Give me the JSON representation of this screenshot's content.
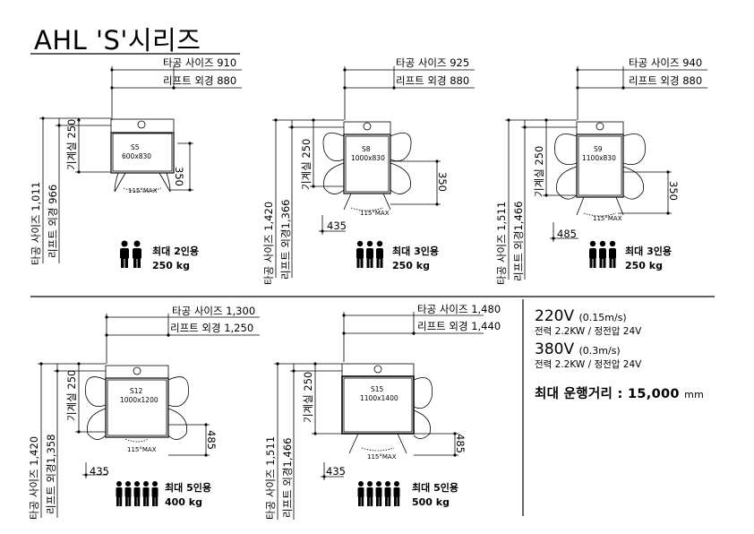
{
  "title": "AHL 'S'시리즈",
  "units": [
    {
      "model": "S5",
      "cabin": "600x830",
      "shaft_width": "타공 사이즈 910",
      "lift_width": "리프트 외경 880",
      "shaft_depth": "타공 사이즈 1,011",
      "lift_depth": "리프트 외경 966",
      "machine_room": "기계실 250",
      "door_dim": "350",
      "door_angle": "115°MAX",
      "capacity": "최대 2인용",
      "load": "250 kg",
      "persons": 2
    },
    {
      "model": "S8",
      "cabin": "1000x830",
      "shaft_width": "타공 사이즈 925",
      "lift_width": "리프트 외경 880",
      "shaft_depth": "타공 사이즈 1,420",
      "lift_depth": "리프트 외경1,366",
      "machine_room": "기계실 250",
      "door_dim": "350",
      "side_dim": "435",
      "door_angle": "115°MAX",
      "capacity": "최대 3인용",
      "load": "250 kg",
      "persons": 3
    },
    {
      "model": "S9",
      "cabin": "1100x830",
      "shaft_width": "타공 사이즈 940",
      "lift_width": "리프트 외경 880",
      "shaft_depth": "타공 사이즈 1,511",
      "lift_depth": "리프트 외경1,466",
      "machine_room": "기계실 250",
      "door_dim": "350",
      "side_dim": "485",
      "door_angle": "115°MAX",
      "capacity": "최대 3인용",
      "load": "250 kg",
      "persons": 3
    },
    {
      "model": "S12",
      "cabin": "1000x1200",
      "shaft_width": "타공 사이즈 1,300",
      "lift_width": "리프트 외경 1,250",
      "shaft_depth": "타공 사이즈 1,420",
      "lift_depth": "리프트 외경1,358",
      "machine_room": "기계실 250",
      "door_dim": "485",
      "side_dim": "435",
      "door_angle": "115°MAX",
      "capacity": "최대 5인용",
      "load": "400 kg",
      "persons": 5
    },
    {
      "model": "S15",
      "cabin": "1100x1400",
      "shaft_width": "타공 사이즈 1,480",
      "lift_width": "리프트 외경 1,440",
      "shaft_depth": "타공 사이즈 1,511",
      "lift_depth": "리프트 외경1,466",
      "machine_room": "기계실 250",
      "door_dim": "485",
      "side_dim": "435",
      "door_angle": "115°MAX",
      "capacity": "최대 5인용",
      "load": "500 kg",
      "persons": 5
    }
  ],
  "specs": {
    "v220": "220V",
    "v220_speed": "(0.15m/s)",
    "v220_detail": "전력 2.2KW / 정전압 24V",
    "v380": "380V",
    "v380_speed": "(0.3m/s)",
    "v380_detail": "전력 2.2KW / 정전압 24V",
    "max_travel": "최대 운행거리 : 15,000",
    "max_travel_unit": "mm"
  }
}
